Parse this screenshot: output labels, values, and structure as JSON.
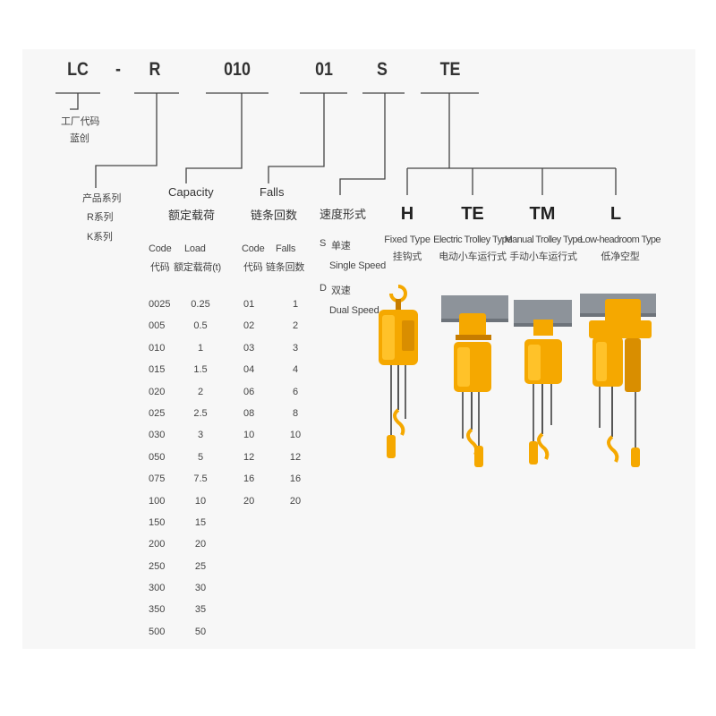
{
  "model_code": {
    "segments": [
      "LC",
      "-",
      "R",
      "010",
      "01",
      "S",
      "TE"
    ]
  },
  "manufacturer": {
    "label": "工厂代码",
    "value": "蓝创"
  },
  "series": {
    "label": "产品系列",
    "items": [
      "R系列",
      "K系列"
    ]
  },
  "capacity": {
    "title_en": "Capacity",
    "title_cn": "额定载荷",
    "headers": [
      {
        "en": "Code",
        "cn": "代码"
      },
      {
        "en": "Load",
        "cn": "额定载荷(t)"
      }
    ],
    "rows": [
      [
        "0025",
        "0.25"
      ],
      [
        "005",
        "0.5"
      ],
      [
        "010",
        "1"
      ],
      [
        "015",
        "1.5"
      ],
      [
        "020",
        "2"
      ],
      [
        "025",
        "2.5"
      ],
      [
        "030",
        "3"
      ],
      [
        "050",
        "5"
      ],
      [
        "075",
        "7.5"
      ],
      [
        "100",
        "10"
      ],
      [
        "150",
        "15"
      ],
      [
        "200",
        "20"
      ],
      [
        "250",
        "25"
      ],
      [
        "300",
        "30"
      ],
      [
        "350",
        "35"
      ],
      [
        "500",
        "50"
      ]
    ]
  },
  "falls": {
    "title_en": "Falls",
    "title_cn": "链条回数",
    "headers": [
      {
        "en": "Code",
        "cn": "代码"
      },
      {
        "en": "Falls",
        "cn": "链条回数"
      }
    ],
    "rows": [
      [
        "01",
        "1"
      ],
      [
        "02",
        "2"
      ],
      [
        "03",
        "3"
      ],
      [
        "04",
        "4"
      ],
      [
        "06",
        "6"
      ],
      [
        "08",
        "8"
      ],
      [
        "10",
        "10"
      ],
      [
        "12",
        "12"
      ],
      [
        "16",
        "16"
      ],
      [
        "20",
        "20"
      ]
    ]
  },
  "speed": {
    "title": "速度形式",
    "options": [
      {
        "code": "S",
        "cn": "单速",
        "en": "Single Speed"
      },
      {
        "code": "D",
        "cn": "双速",
        "en": "Dual Speed"
      }
    ]
  },
  "types": [
    {
      "code": "H",
      "en": "Fixed Type",
      "cn": "挂钩式"
    },
    {
      "code": "TE",
      "en": "Electric Trolley Type",
      "cn": "电动小车运行式"
    },
    {
      "code": "TM",
      "en": "Manual Trolley Type",
      "cn": "手动小车运行式"
    },
    {
      "code": "L",
      "en": "Low-headroom Type",
      "cn": "低净空型"
    }
  ],
  "colors": {
    "hoist_body": "#f5a800",
    "hoist_dark": "#c67c00",
    "beam": "#8d939a",
    "line": "#333333"
  }
}
